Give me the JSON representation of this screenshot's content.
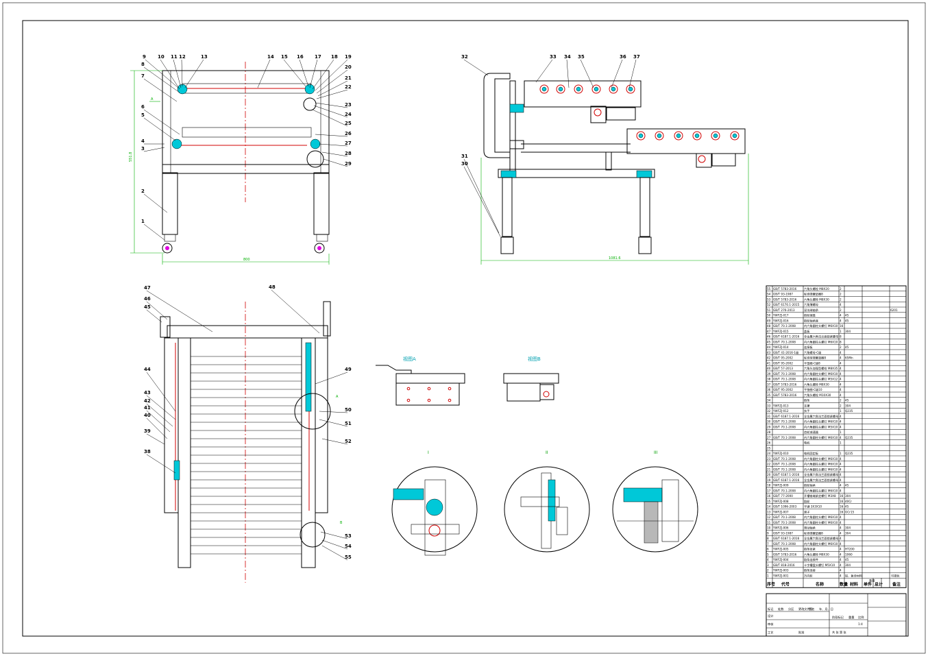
{
  "drawing": {
    "balloons_front": [
      "1",
      "2",
      "3",
      "4",
      "5",
      "6",
      "7",
      "8",
      "9",
      "10",
      "11",
      "12",
      "13",
      "14",
      "15",
      "16",
      "17",
      "18",
      "19",
      "20",
      "21",
      "22",
      "23",
      "24",
      "25",
      "26",
      "27",
      "28",
      "29"
    ],
    "balloons_side": [
      "30",
      "31",
      "32",
      "33",
      "34",
      "35",
      "36",
      "37"
    ],
    "balloons_plan": [
      "38",
      "39",
      "40",
      "41",
      "42",
      "43",
      "44",
      "45",
      "46",
      "47",
      "48",
      "49",
      "50",
      "51",
      "52",
      "53",
      "54",
      "55"
    ],
    "dimensions": {
      "front_width": "800",
      "front_height": "551.8",
      "side_width": "1081.6"
    },
    "view_labels": {
      "detail_A": "视图A",
      "detail_B": "视图B",
      "section_1": "I",
      "section_2": "II",
      "section_3": "III"
    },
    "plan_markers": {
      "a": "A",
      "b": "B"
    }
  },
  "bom": {
    "header": {
      "seq": "序号",
      "code": "代号",
      "name": "名称",
      "qty": "数量",
      "material": "材料",
      "unit_weight": "单件",
      "total_weight": "总计",
      "weight": "重量",
      "remark": "备注",
      "mark": "可视化"
    },
    "rows": [
      [
        "55",
        "GB/T 5783-2016",
        "六角头螺栓 M8X20",
        "2",
        "",
        ""
      ],
      [
        "54",
        "GB/T 93-1987",
        "标准弹簧垫圈8",
        "2",
        "",
        ""
      ],
      [
        "53",
        "GB/T 5783-2016",
        "六角头螺栓 M8X30",
        "2",
        "",
        ""
      ],
      [
        "52",
        "GB/T 6170.1-2015",
        "六角薄螺母",
        "4",
        "",
        ""
      ],
      [
        "51",
        "GB/T 276-2013",
        "深沟球轴承",
        "2",
        "",
        "6201"
      ],
      [
        "50",
        "YWFZJ-017",
        "链轮端盖",
        "4",
        "45",
        ""
      ],
      [
        "49",
        "YWFZJ-016",
        "链轮轴承座",
        "4",
        "45",
        ""
      ],
      [
        "48",
        "GB/T 70.1-2008",
        "内六角圆柱头螺钉 M6X10",
        "16",
        "",
        ""
      ],
      [
        "47",
        "YWFZJ-015",
        "盖板",
        "1",
        "304",
        ""
      ],
      [
        "46",
        "GB/T 6187.1-2016",
        "全金属六角法兰面锁紧螺母",
        "8",
        "",
        ""
      ],
      [
        "45",
        "GB/T 70.1-2008",
        "内六角圆柱头螺钉 M6X10",
        "8",
        "",
        ""
      ],
      [
        "44",
        "YWFZJ-014",
        "连接板",
        "2",
        "45",
        ""
      ],
      [
        "43",
        "GB/T 41-2016-1级",
        "六角螺母-C级",
        "4",
        "",
        ""
      ],
      [
        "42",
        "GB/T 95-2002",
        "标准型弹簧垫圈8",
        "4",
        "65Mn",
        ""
      ],
      [
        "41",
        "GB/T 95-2002",
        "平垫圈-C级8",
        "4",
        "",
        ""
      ],
      [
        "40",
        "GB/T 57-2013",
        "六角头加强型螺栓 M8X35",
        "4",
        "",
        ""
      ],
      [
        "39",
        "GB/T 70.1-2008",
        "内六角圆柱头螺钉 M6X10",
        "4",
        "",
        ""
      ],
      [
        "38",
        "GB/T 70.1-2008",
        "内六角圆柱头螺钉 M5X12",
        "4",
        "",
        ""
      ],
      [
        "37",
        "GB/T 5783-2016",
        "六角头螺栓 M8X30",
        "4",
        "",
        ""
      ],
      [
        "36",
        "GB/T 95-2002",
        "平垫圈-C级10",
        "4",
        "",
        ""
      ],
      [
        "35",
        "GB/T 5783-2016",
        "六角头螺栓 M10X30",
        "4",
        "",
        ""
      ],
      [
        "34",
        "",
        "链条",
        "2",
        "45",
        ""
      ],
      [
        "33",
        "YWFZJ-013",
        "支撑",
        "2",
        "304",
        ""
      ],
      [
        "32",
        "YWFZJ-012",
        "扶手",
        "1",
        "Q235",
        ""
      ],
      [
        "31",
        "GB/T 6187.1-2016",
        "全金属六角法兰面锁紧螺母",
        "4",
        "",
        ""
      ],
      [
        "30",
        "GB/T 70.1-2008",
        "内六角圆柱头螺钉 M6X10",
        "4",
        "",
        ""
      ],
      [
        "29",
        "GB/T 70.1-2008",
        "内六角圆柱头螺钉 M5X10",
        "4",
        "",
        ""
      ],
      [
        "28",
        "",
        "齿轮减速器",
        "1",
        "",
        ""
      ],
      [
        "27",
        "GB/T 70.1-2008",
        "内六角圆柱头螺钉 M6X10",
        "4",
        "Q235",
        ""
      ],
      [
        "26",
        "",
        "电机",
        "1",
        "",
        ""
      ],
      [
        "25",
        "",
        "",
        "",
        "",
        ""
      ],
      [
        "24",
        "YWFZJ-010",
        "电机固定板",
        "1",
        "Q235",
        ""
      ],
      [
        "23",
        "GB/T 70.1-2008",
        "内六角圆柱头螺钉 M6X10",
        "4",
        "",
        ""
      ],
      [
        "22",
        "GB/T 70.1-2008",
        "内六角圆柱头螺钉 M6X10",
        "4",
        "",
        ""
      ],
      [
        "21",
        "GB/T 70.1-2008",
        "内六角圆柱头螺钉 M6X10",
        "4",
        "",
        ""
      ],
      [
        "20",
        "GB/T 6187.1-2016",
        "全金属六角法兰面锁紧螺母",
        "4",
        "",
        ""
      ],
      [
        "19",
        "GB/T 6187.1-2016",
        "全金属六角法兰面锁紧螺母",
        "4",
        "",
        ""
      ],
      [
        "18",
        "YWFZJ-009",
        "链轮轴承",
        "4",
        "45",
        ""
      ],
      [
        "17",
        "GB/T 70.1-2008",
        "内六角圆柱头螺钉 M6X10",
        "4",
        "",
        ""
      ],
      [
        "16",
        "GB/T 77-2000",
        "开槽锥端紧定螺钉 M3X8",
        "16",
        "304",
        ""
      ],
      [
        "15",
        "YWFZJ-008",
        "链轮",
        "16",
        "40Cr",
        ""
      ],
      [
        "14",
        "GB/T 1096-2003",
        "平键 3X3X10",
        "16",
        "45",
        ""
      ],
      [
        "13",
        "YWFZJ-007",
        "滚子",
        "16",
        "GCr15",
        ""
      ],
      [
        "12",
        "GB/T 70.1-2008",
        "内六角圆柱头螺钉 M6X10",
        "4",
        "",
        ""
      ],
      [
        "11",
        "GB/T 70.1-2008",
        "内六角圆柱头螺钉 M6X10",
        "4",
        "",
        ""
      ],
      [
        "10",
        "YWFZJ-006",
        "滑动轴承",
        "4",
        "304",
        ""
      ],
      [
        "9",
        "GB/T 93-1987",
        "标准弹簧垫圈8",
        "4",
        "304",
        ""
      ],
      [
        "8",
        "GB/T 6187.1-2016",
        "全金属六角法兰面锁紧螺母",
        "4",
        "",
        ""
      ],
      [
        "7",
        "GB/T 70.1-2008",
        "内六角圆柱头螺钉 M6X10",
        "4",
        "",
        ""
      ],
      [
        "6",
        "YWFZJ-005",
        "链条张紧",
        "4",
        "HT200",
        ""
      ],
      [
        "5",
        "GB/T 5783-2016",
        "六角头螺栓 M8X30",
        "4",
        "1060",
        ""
      ],
      [
        "4",
        "YWFZJ-004",
        "链条连接件",
        "4",
        "45",
        ""
      ],
      [
        "3",
        "GB/T 818-2016",
        "十字槽盘头螺钉 M5X10",
        "4",
        "304",
        ""
      ],
      [
        "2",
        "YWFZJ-003",
        "链条连接",
        "4",
        "",
        ""
      ],
      [
        "1",
        "YWFZJ-001",
        "万向轮",
        "4",
        "铝、复合材料",
        ""
      ]
    ]
  },
  "title_block": {
    "row_labels": [
      "标记",
      "处数",
      "分区",
      "更改文件号",
      "签名",
      "年、月、日"
    ],
    "design": "设计",
    "check": "审核",
    "process": "工艺",
    "stage": "阶段标记",
    "weight": "重量",
    "scale": "比例",
    "scale_value": "1:4",
    "sheet": "共  张  第  张",
    "approve": "批准"
  },
  "colors": {
    "accent": "#00c8d8",
    "centerline": "#d00000",
    "dimension": "#00b000",
    "highlight": "#e000e0"
  }
}
